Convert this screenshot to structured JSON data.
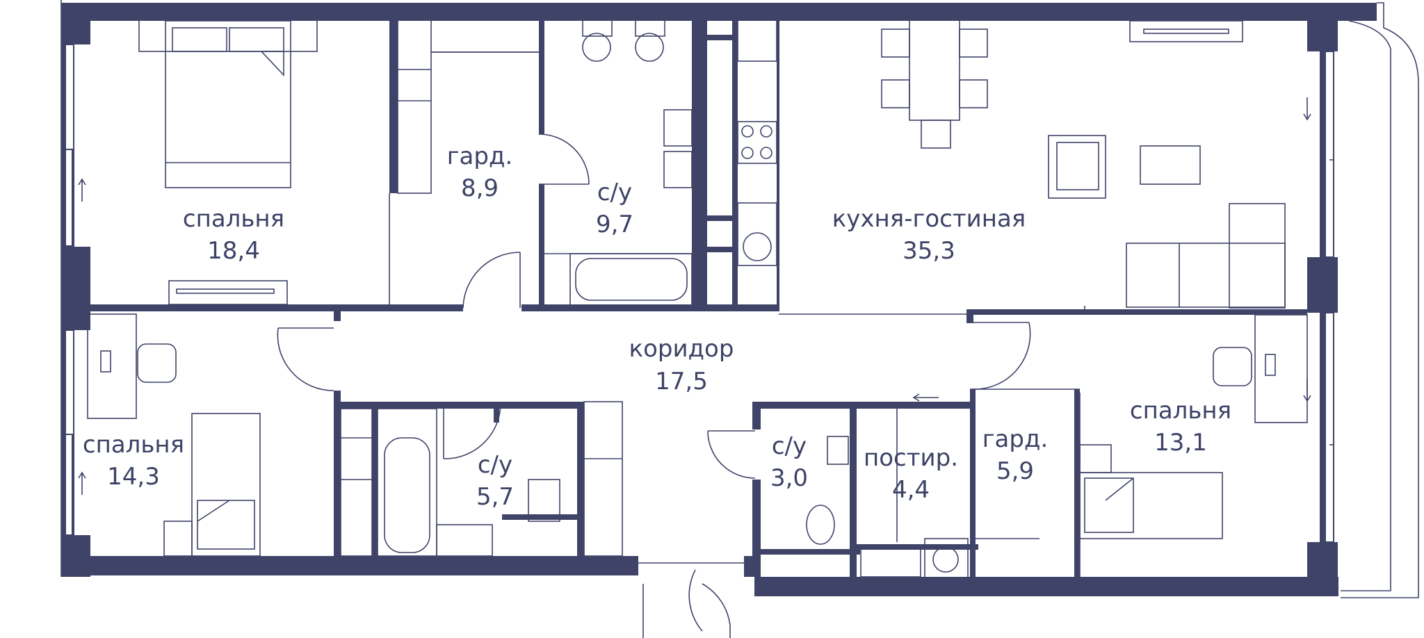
{
  "rooms": [
    {
      "id": "bedroom-1",
      "name": "спальня",
      "area": "18,4"
    },
    {
      "id": "wardrobe-1",
      "name": "гард.",
      "area": "8,9"
    },
    {
      "id": "bathroom-1",
      "name": "с/у",
      "area": "9,7"
    },
    {
      "id": "kitchen-living",
      "name": "кухня-гостиная",
      "area": "35,3"
    },
    {
      "id": "corridor",
      "name": "коридор",
      "area": "17,5"
    },
    {
      "id": "bedroom-2",
      "name": "спальня",
      "area": "14,3"
    },
    {
      "id": "bathroom-2",
      "name": "с/у",
      "area": "5,7"
    },
    {
      "id": "bathroom-3",
      "name": "с/у",
      "area": "3,0"
    },
    {
      "id": "laundry",
      "name": "постир.",
      "area": "4,4"
    },
    {
      "id": "wardrobe-2",
      "name": "гард.",
      "area": "5,9"
    },
    {
      "id": "bedroom-3",
      "name": "спальня",
      "area": "13,1"
    }
  ],
  "colors": {
    "wall": "#3f4368",
    "label": "#3d4266",
    "background": "#ffffff"
  }
}
